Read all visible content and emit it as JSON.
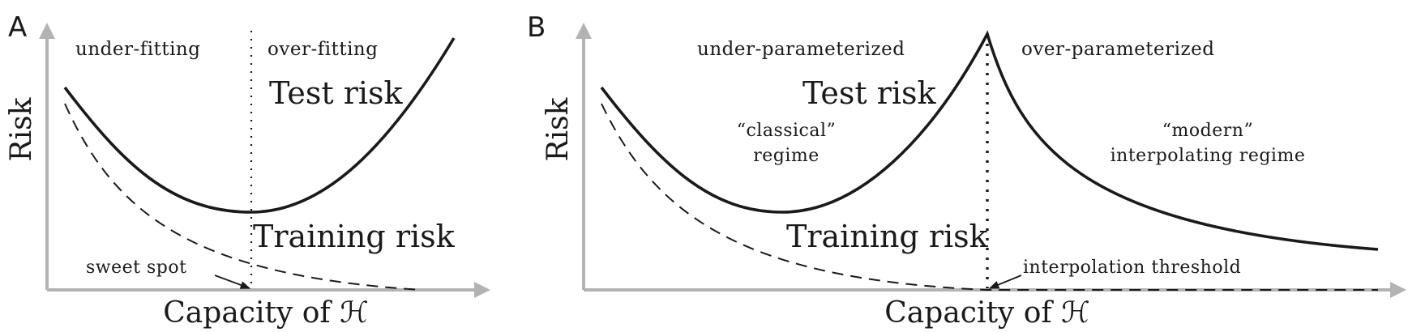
{
  "chart_data": [
    {
      "panel": "A",
      "type": "line",
      "xlabel": "Capacity of ℋ",
      "ylabel": "Risk",
      "regions": [
        "under-fitting",
        "over-fitting"
      ],
      "series": [
        {
          "name": "Test risk",
          "style": "solid"
        },
        {
          "name": "Training risk",
          "style": "dashed"
        }
      ],
      "annotations": [
        "sweet spot"
      ],
      "axis_color": "#b3b3b3",
      "line_color": "#1a1a1a"
    },
    {
      "panel": "B",
      "type": "line",
      "xlabel": "Capacity of ℋ",
      "ylabel": "Risk",
      "regions": [
        "under-parameterized",
        "over-parameterized"
      ],
      "regimes": [
        {
          "line1": "“classical”",
          "line2": "regime"
        },
        {
          "line1": "“modern”",
          "line2": "interpolating regime"
        }
      ],
      "series": [
        {
          "name": "Test risk",
          "style": "solid"
        },
        {
          "name": "Training risk",
          "style": "dashed"
        }
      ],
      "annotations": [
        "interpolation threshold"
      ],
      "axis_color": "#b3b3b3",
      "line_color": "#1a1a1a"
    }
  ]
}
